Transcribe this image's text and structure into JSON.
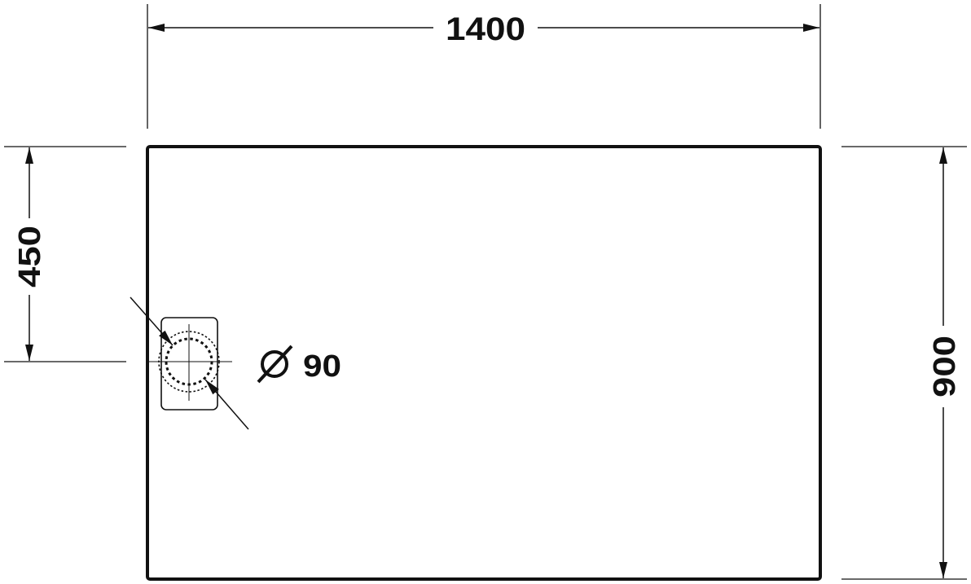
{
  "drawing": {
    "width_label": "1400",
    "height_label": "900",
    "drain_offset_label": "450",
    "drain_diameter_label": "90",
    "diameter_symbol": "diameter-icon",
    "line_color": "#111111",
    "background_color": "#ffffff"
  }
}
